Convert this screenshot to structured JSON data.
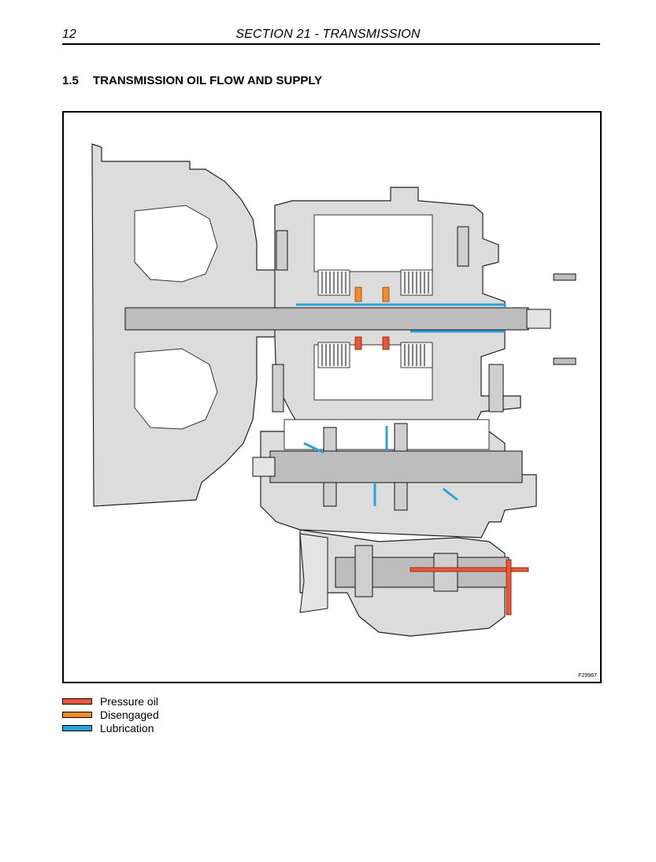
{
  "header": {
    "page_number": "12",
    "section_title": "SECTION 21 - TRANSMISSION"
  },
  "heading": {
    "number": "1.5",
    "title": "TRANSMISSION OIL FLOW AND SUPPLY"
  },
  "figure": {
    "code": "F29967"
  },
  "legend": [
    {
      "label": "Pressure oil",
      "color": "#e8583a"
    },
    {
      "label": "Disengaged",
      "color": "#f08c2c"
    },
    {
      "label": "Lubrication",
      "color": "#2aa3dc"
    }
  ]
}
